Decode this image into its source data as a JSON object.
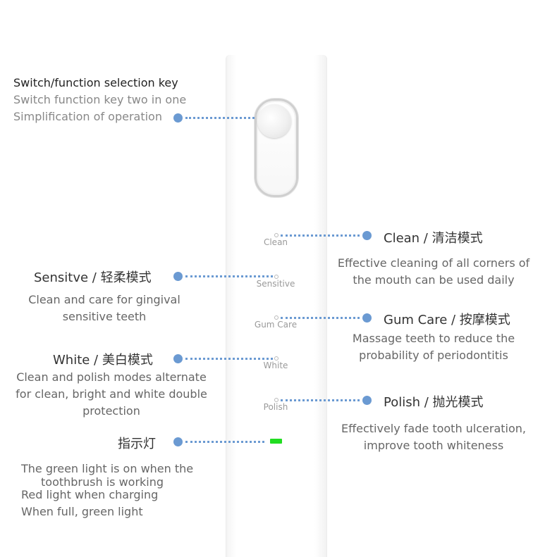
{
  "switch_key": {
    "title": "Switch/function selection key",
    "line1": "Switch function key two in one",
    "line2": "Simplification of operation"
  },
  "brush_labels": {
    "clean": "Clean",
    "sensitive": "Sensitive",
    "gum_care": "Gum Care",
    "white": "White",
    "polish": "Polish"
  },
  "modes": {
    "clean": {
      "title": "Clean / 清洁模式",
      "desc": [
        "Effective cleaning of all corners of",
        "the mouth can be used daily"
      ]
    },
    "sensitive": {
      "title": "Sensitve / 轻柔模式",
      "desc": [
        "Clean and care for gingival",
        "sensitive teeth"
      ]
    },
    "gum_care": {
      "title": "Gum Care / 按摩模式",
      "desc": [
        "Massage teeth to reduce the",
        "probability of periodontitis"
      ]
    },
    "white": {
      "title": "White / 美白模式",
      "desc": [
        "Clean and polish modes alternate",
        "for clean, bright and white double",
        "protection"
      ]
    },
    "polish": {
      "title": "Polish / 抛光模式",
      "desc": [
        "Effectively fade tooth ulceration,",
        "improve tooth whiteness"
      ]
    }
  },
  "indicator": {
    "title": "指示灯",
    "desc": [
      "The green light is on when the",
      "toothbrush is working",
      "Red light when charging",
      "When full, green light"
    ]
  },
  "colors": {
    "accent": "#6b9ad2",
    "led": "#22dd22"
  }
}
